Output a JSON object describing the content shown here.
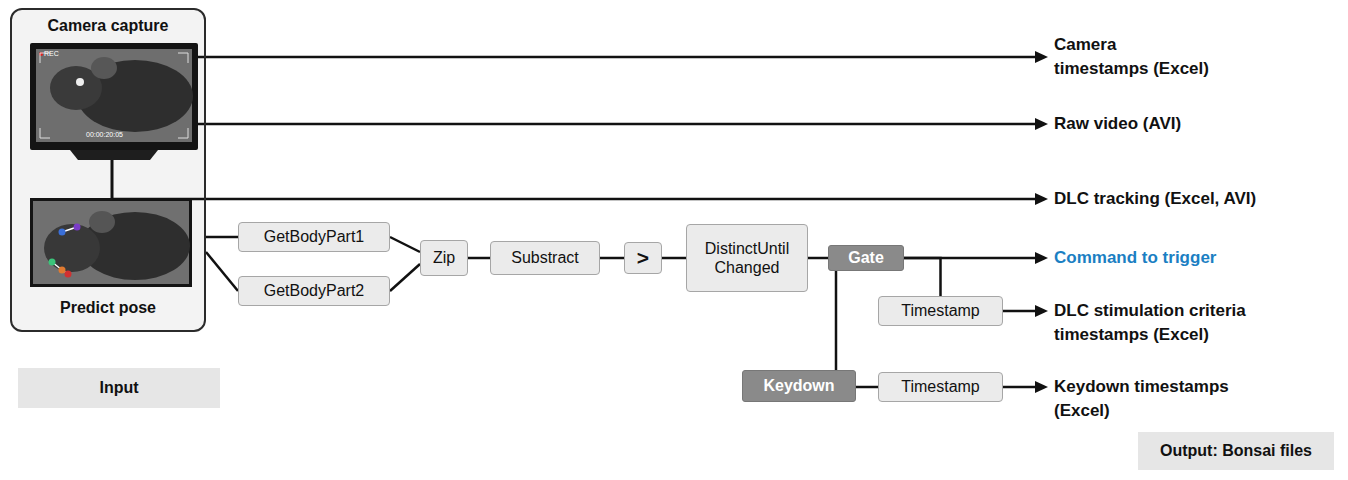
{
  "diagram": {
    "nodes": [
      {
        "text": [
          "Camera capture",
          "Predict pose"
        ]
      },
      {
        "text": [
          "Input"
        ]
      },
      {
        "text": [
          "GetBodyPart1"
        ]
      },
      {
        "text": [
          "GetBodyPart2"
        ]
      },
      {
        "text": [
          "Zip"
        ]
      },
      {
        "text": [
          "Substract"
        ]
      },
      {
        "text": [
          ">"
        ]
      },
      {
        "text": [
          "DistinctUntil Changed"
        ]
      },
      {
        "text": [
          "Gate"
        ]
      },
      {
        "text": [
          "Timestamp"
        ]
      },
      {
        "text": [
          "Keydown"
        ]
      },
      {
        "text": [
          "Timestamp"
        ]
      },
      {
        "text": [
          "Output: Bonsai files"
        ]
      }
    ],
    "edges": [
      {
        "from": 0,
        "to": 2,
        "arrow": "none"
      },
      {
        "from": 0,
        "to": 3,
        "arrow": "none"
      },
      {
        "from": 2,
        "to": 4,
        "arrow": "none"
      },
      {
        "from": 3,
        "to": 4,
        "arrow": "none"
      },
      {
        "from": 4,
        "to": 5,
        "arrow": "none"
      },
      {
        "from": 5,
        "to": 6,
        "arrow": "none"
      },
      {
        "from": 6,
        "to": 7,
        "arrow": "none"
      },
      {
        "from": 7,
        "to": 8,
        "arrow": "none"
      },
      {
        "from": 8,
        "to": 9,
        "arrow": "none"
      },
      {
        "from": 10,
        "to": 8,
        "arrow": "none"
      },
      {
        "from": 10,
        "to": 11,
        "arrow": "none"
      }
    ],
    "labels": [
      "REC",
      "00:00:20:05",
      "Camera timestamps (Excel)",
      "Raw video (AVI)",
      "DLC tracking (Excel, AVI)",
      "Command to trigger",
      "DLC stimulation criteria timestamps (Excel)",
      "Keydown timestamps (Excel)"
    ]
  }
}
